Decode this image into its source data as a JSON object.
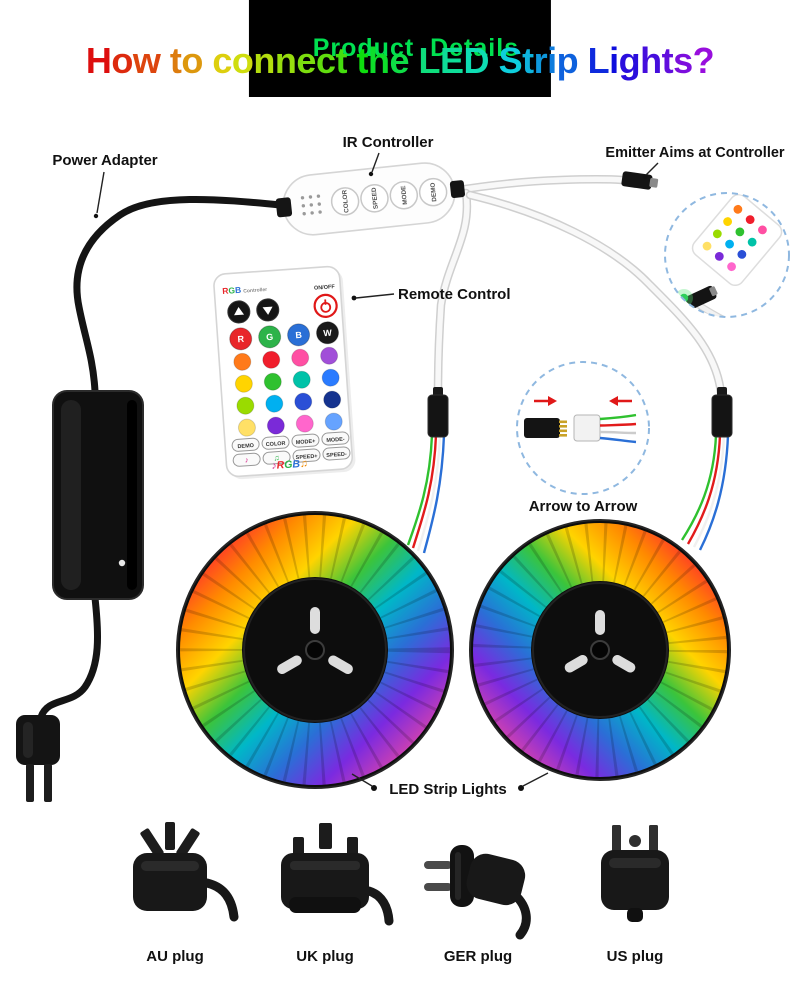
{
  "banner": {
    "title": "Product  Details"
  },
  "heading": {
    "title": "How to connect the LED Strip Lights?"
  },
  "callouts": {
    "ir_controller": "IR Controller",
    "power_adapter": "Power Adapter",
    "emitter": "Emitter Aims at Controller",
    "remote_control": "Remote Control",
    "arrow_to_arrow": "Arrow to Arrow",
    "led_strip": "LED Strip Lights"
  },
  "controller": {
    "buttons": [
      "COLOR",
      "SPEED",
      "MODE",
      "DEMO"
    ]
  },
  "remote": {
    "brand_letters": [
      {
        "ch": "R",
        "color": "#e8262a"
      },
      {
        "ch": "G",
        "color": "#2db34a"
      },
      {
        "ch": "B",
        "color": "#2a6fd6"
      }
    ],
    "brand_rest": "Controller",
    "on_off": "ON/OFF",
    "rgbw": [
      {
        "label": "R",
        "color": "#e8262a"
      },
      {
        "label": "G",
        "color": "#2db34a"
      },
      {
        "label": "B",
        "color": "#2a6fd6"
      },
      {
        "label": "W",
        "color": "#1a1a1a"
      }
    ],
    "grid": [
      [
        "#ff7a1a",
        "#f01e2c",
        "#ff4fa3",
        "#a14fd8"
      ],
      [
        "#ffd400",
        "#2fc12f",
        "#00c2a8",
        "#2a7bff"
      ],
      [
        "#9adb00",
        "#00b0f0",
        "#2a4fd6",
        "#15338f"
      ],
      [
        "#ffe066",
        "#7a2ad8",
        "#ff66cc",
        "#66a3ff"
      ]
    ],
    "pills": [
      [
        "DEMO",
        "COLOR",
        "MODE+",
        "MODE-"
      ],
      [
        "♪",
        "♫",
        "SPEED+",
        "SPEED-"
      ]
    ],
    "decor": "♪RGB♫"
  },
  "plugs": [
    {
      "label": "AU plug"
    },
    {
      "label": "UK plug"
    },
    {
      "label": "GER plug"
    },
    {
      "label": "US plug"
    }
  ],
  "colors": {
    "banner_text": "#00e050",
    "accent_red": "#e01818",
    "wire_black": "#141414",
    "wire_white": "#f8f8f8"
  }
}
